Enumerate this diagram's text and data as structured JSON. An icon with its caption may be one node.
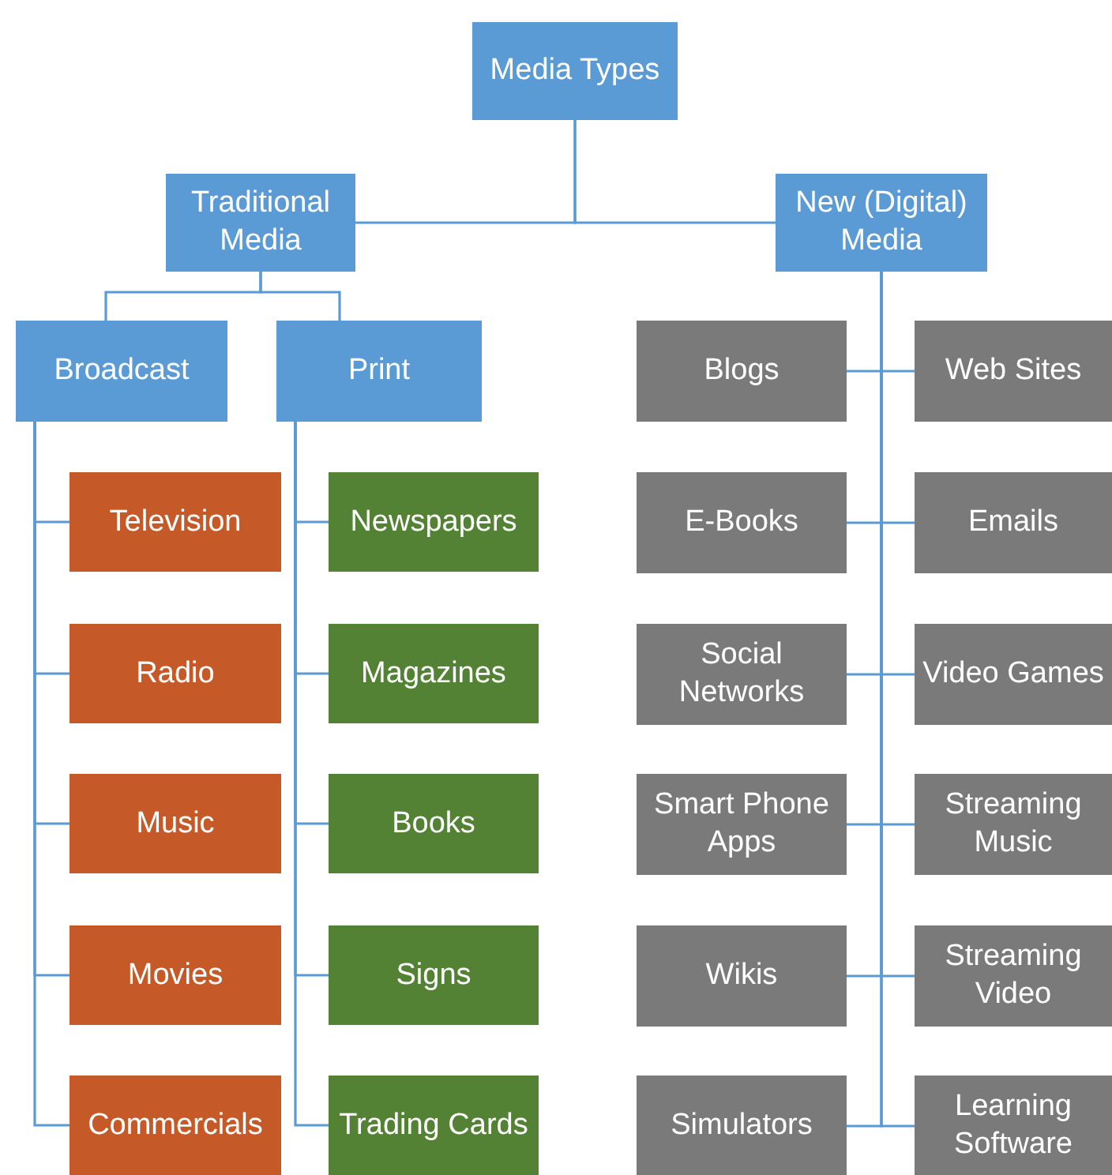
{
  "diagram": {
    "nodes": [
      {
        "text": [
          "Media Types"
        ]
      },
      {
        "text": [
          "Traditional Media"
        ]
      },
      {
        "text": [
          "New (Digital) Media"
        ]
      },
      {
        "text": [
          "Broadcast"
        ]
      },
      {
        "text": [
          "Print"
        ]
      },
      {
        "text": [
          "Television"
        ]
      },
      {
        "text": [
          "Radio"
        ]
      },
      {
        "text": [
          "Music"
        ]
      },
      {
        "text": [
          "Movies"
        ]
      },
      {
        "text": [
          "Commercials"
        ]
      },
      {
        "text": [
          "Newspapers"
        ]
      },
      {
        "text": [
          "Magazines"
        ]
      },
      {
        "text": [
          "Books"
        ]
      },
      {
        "text": [
          "Signs"
        ]
      },
      {
        "text": [
          "Trading Cards"
        ]
      },
      {
        "text": [
          "Blogs"
        ]
      },
      {
        "text": [
          "Web Sites"
        ]
      },
      {
        "text": [
          "E-Books"
        ]
      },
      {
        "text": [
          "Emails"
        ]
      },
      {
        "text": [
          "Social Networks"
        ]
      },
      {
        "text": [
          "Video Games"
        ]
      },
      {
        "text": [
          "Smart Phone Apps"
        ]
      },
      {
        "text": [
          "Streaming Music"
        ]
      },
      {
        "text": [
          "Wikis"
        ]
      },
      {
        "text": [
          "Streaming Video"
        ]
      },
      {
        "text": [
          "Simulators"
        ]
      },
      {
        "text": [
          "Learning Software"
        ]
      }
    ],
    "edges": [
      {
        "from": 0,
        "to": 1,
        "arrow": "none"
      },
      {
        "from": 0,
        "to": 2,
        "arrow": "none"
      },
      {
        "from": 1,
        "to": 3,
        "arrow": "none"
      },
      {
        "from": 1,
        "to": 4,
        "arrow": "none"
      },
      {
        "from": 3,
        "to": 5,
        "arrow": "none"
      },
      {
        "from": 3,
        "to": 6,
        "arrow": "none"
      },
      {
        "from": 3,
        "to": 7,
        "arrow": "none"
      },
      {
        "from": 3,
        "to": 8,
        "arrow": "none"
      },
      {
        "from": 3,
        "to": 9,
        "arrow": "none"
      },
      {
        "from": 4,
        "to": 10,
        "arrow": "none"
      },
      {
        "from": 4,
        "to": 11,
        "arrow": "none"
      },
      {
        "from": 4,
        "to": 12,
        "arrow": "none"
      },
      {
        "from": 4,
        "to": 13,
        "arrow": "none"
      },
      {
        "from": 4,
        "to": 14,
        "arrow": "none"
      },
      {
        "from": 2,
        "to": 15,
        "arrow": "none"
      },
      {
        "from": 2,
        "to": 16,
        "arrow": "none"
      },
      {
        "from": 2,
        "to": 17,
        "arrow": "none"
      },
      {
        "from": 2,
        "to": 18,
        "arrow": "none"
      },
      {
        "from": 2,
        "to": 19,
        "arrow": "none"
      },
      {
        "from": 2,
        "to": 20,
        "arrow": "none"
      },
      {
        "from": 2,
        "to": 21,
        "arrow": "none"
      },
      {
        "from": 2,
        "to": 22,
        "arrow": "none"
      },
      {
        "from": 2,
        "to": 23,
        "arrow": "none"
      },
      {
        "from": 2,
        "to": 24,
        "arrow": "none"
      },
      {
        "from": 2,
        "to": 25,
        "arrow": "none"
      },
      {
        "from": 2,
        "to": 26,
        "arrow": "none"
      }
    ]
  }
}
